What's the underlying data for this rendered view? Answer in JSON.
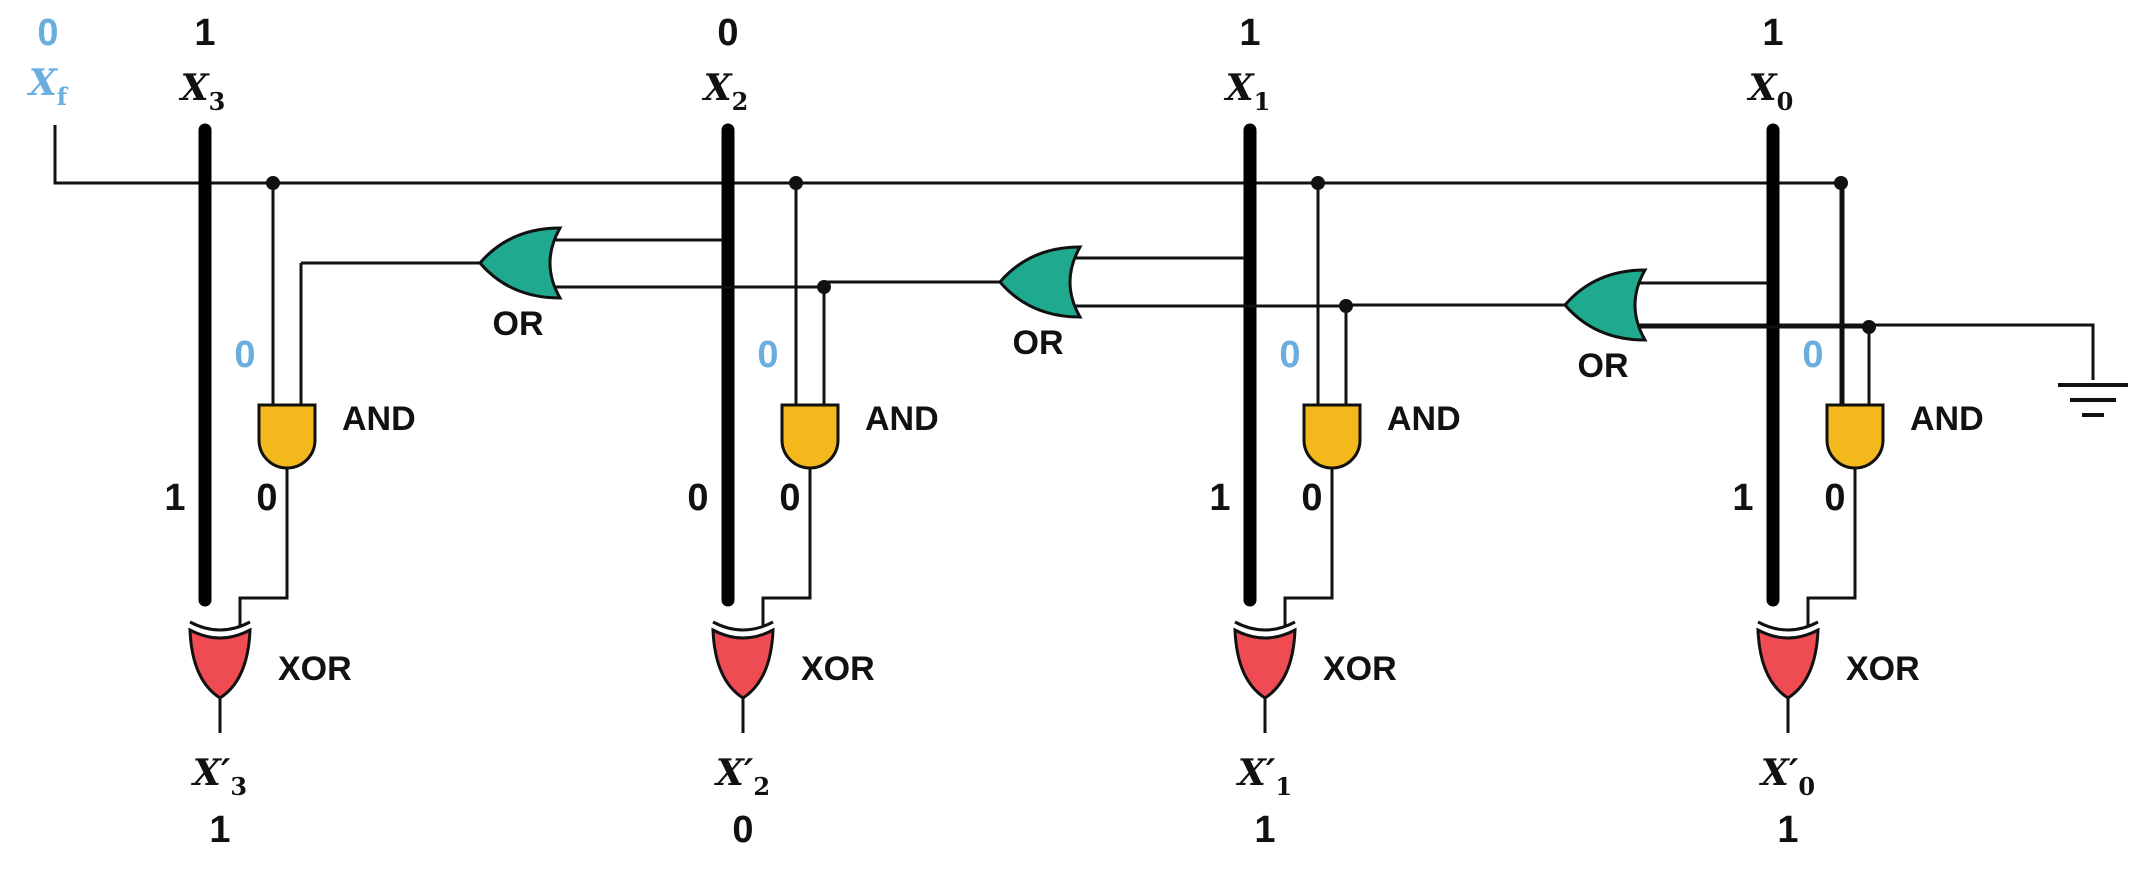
{
  "input_flag": {
    "value": "0",
    "name": "X",
    "subscript": "f"
  },
  "stages": [
    {
      "id": "x3",
      "top_value": "1",
      "name": "X",
      "subscript": "3",
      "line_value": "1",
      "and_in": "0",
      "and_out": "0",
      "out_name": "X′",
      "out_subscript": "3",
      "out_value": "1",
      "and_label": "AND",
      "xor_label": "XOR",
      "or_label": "OR"
    },
    {
      "id": "x2",
      "top_value": "0",
      "name": "X",
      "subscript": "2",
      "line_value": "0",
      "and_in": "0",
      "and_out": "0",
      "out_name": "X′",
      "out_subscript": "2",
      "out_value": "0",
      "and_label": "AND",
      "xor_label": "XOR",
      "or_label": "OR"
    },
    {
      "id": "x1",
      "top_value": "1",
      "name": "X",
      "subscript": "1",
      "line_value": "1",
      "and_in": "0",
      "and_out": "0",
      "out_name": "X′",
      "out_subscript": "1",
      "out_value": "1",
      "and_label": "AND",
      "xor_label": "XOR",
      "or_label": "OR"
    },
    {
      "id": "x0",
      "top_value": "1",
      "name": "X",
      "subscript": "0",
      "line_value": "1",
      "and_in": "0",
      "and_out": "0",
      "out_name": "X′",
      "out_subscript": "0",
      "out_value": "1",
      "and_label": "AND",
      "xor_label": "XOR",
      "or_label": null
    }
  ],
  "colors": {
    "and_gate": "#f2b81c",
    "or_gate": "#1fa98e",
    "xor_gate": "#ee4c52",
    "accent_blue": "#6aaee0",
    "wire": "#111111"
  }
}
